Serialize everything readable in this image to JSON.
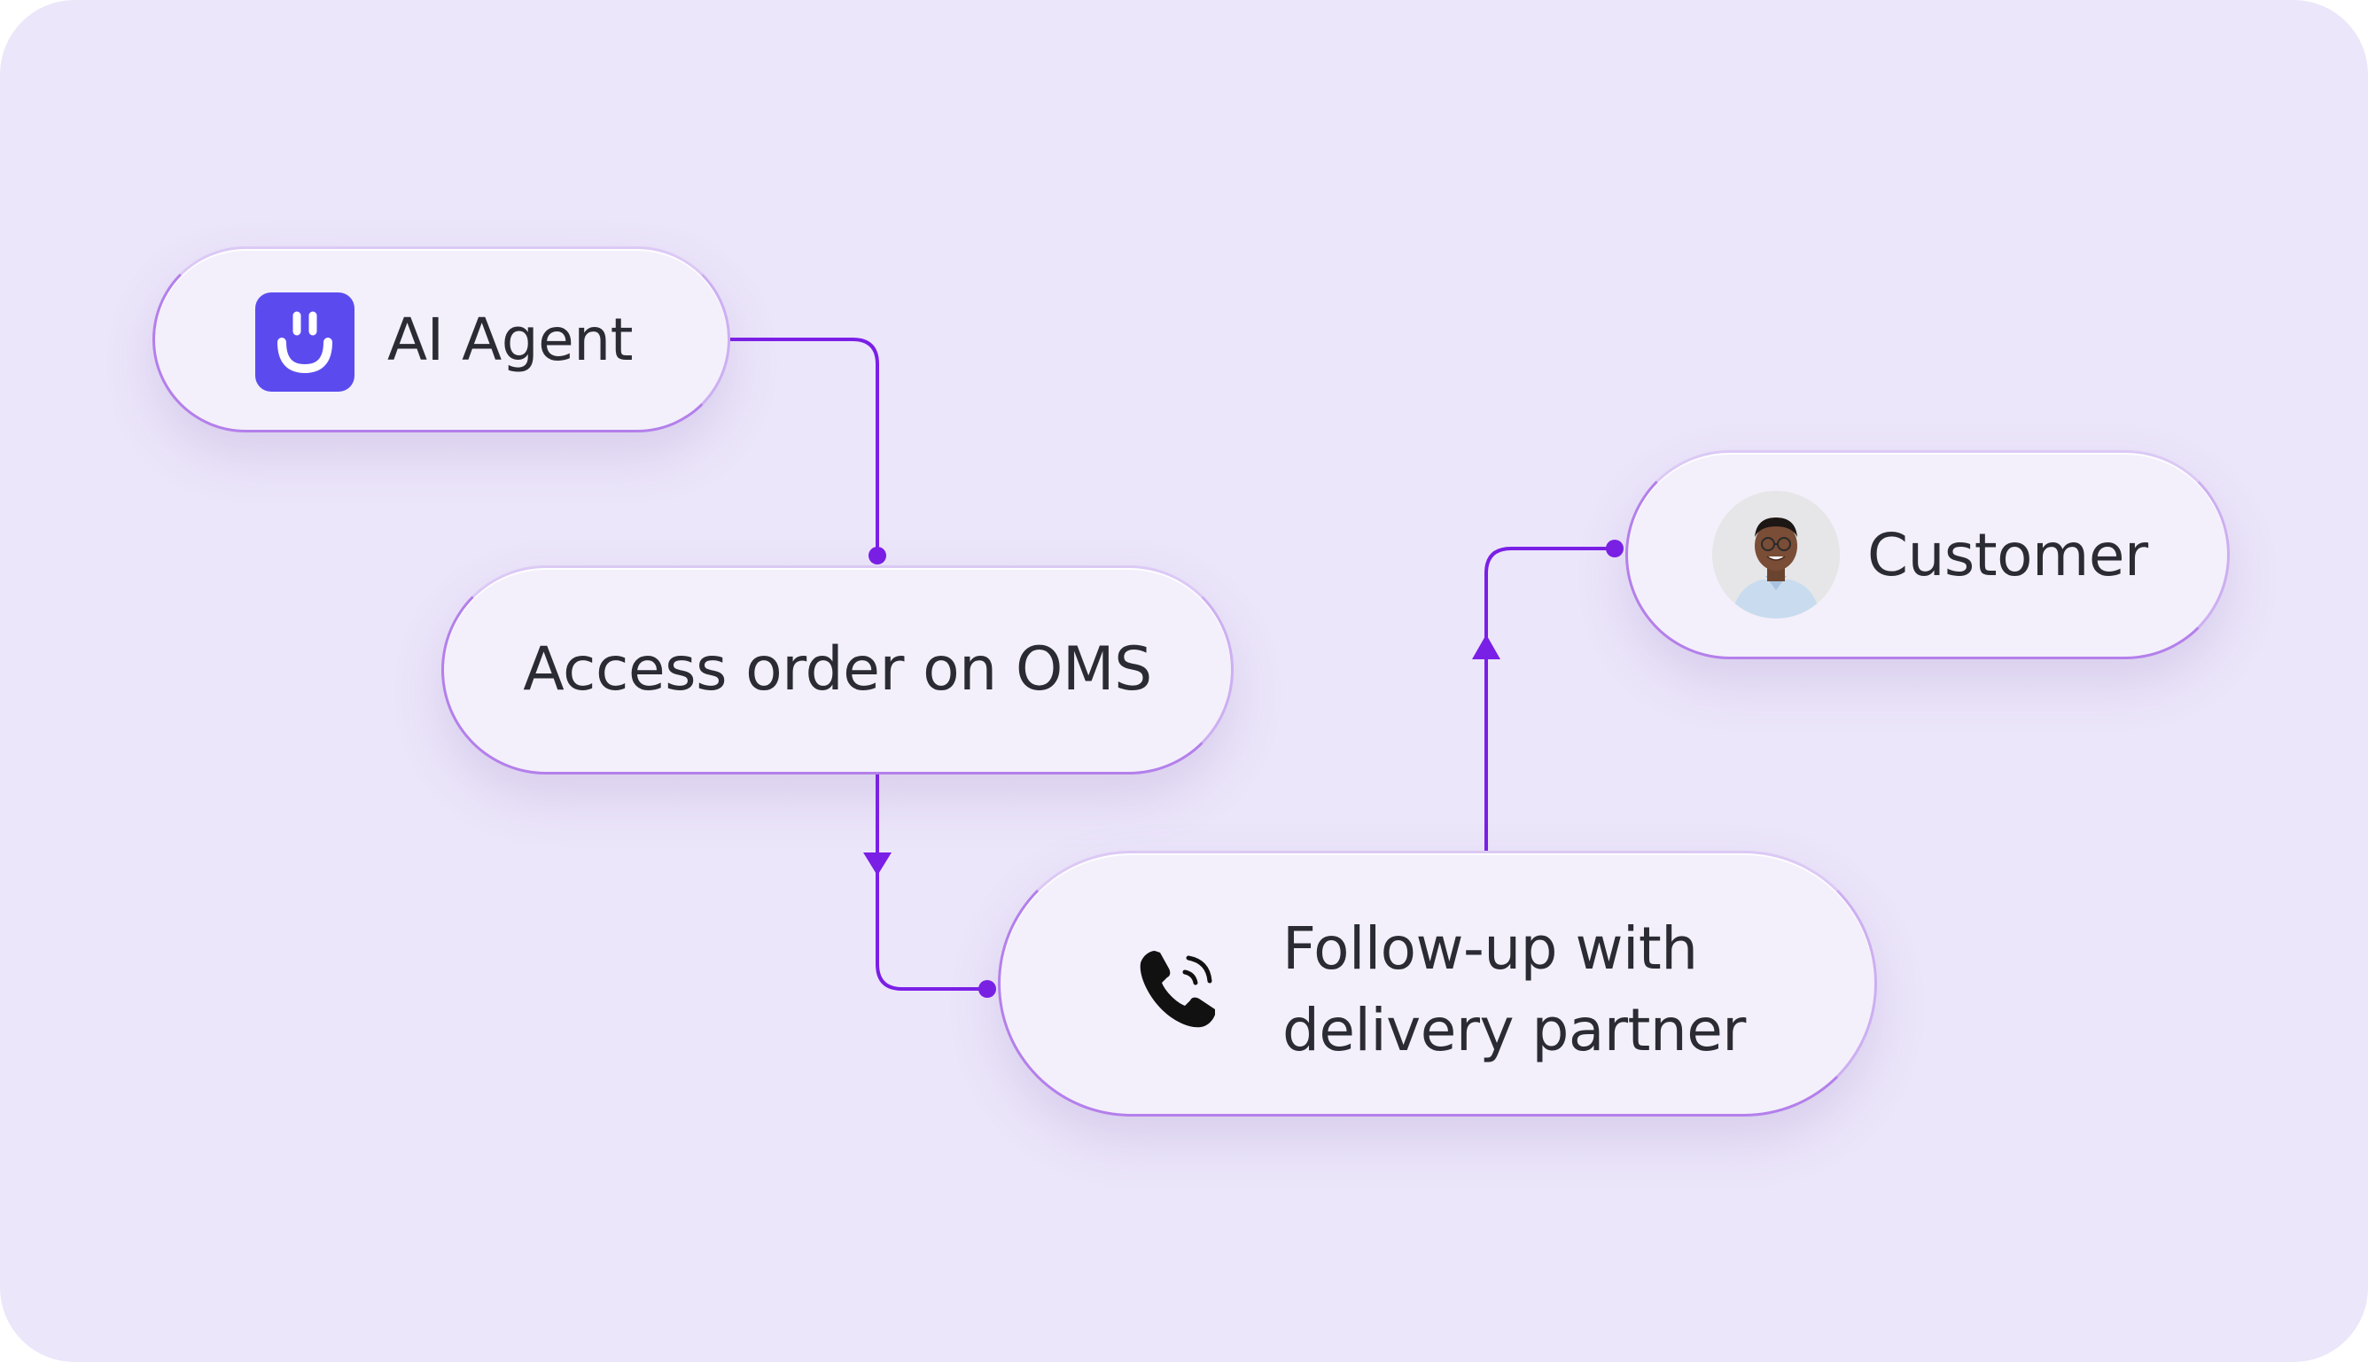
{
  "nodes": {
    "agent": {
      "label": "AI Agent",
      "icon": "ai-agent-logo-icon"
    },
    "oms": {
      "label": "Access order on OMS"
    },
    "follow": {
      "line1": "Follow-up with",
      "line2": "delivery partner",
      "icon": "phone-ringing-icon"
    },
    "customer": {
      "label": "Customer",
      "icon": "customer-avatar"
    }
  },
  "colors": {
    "background": "#ece6fa",
    "node_fill": "#f3f0fb",
    "connector": "#7a1fe6",
    "logo": "#5b4bef"
  }
}
